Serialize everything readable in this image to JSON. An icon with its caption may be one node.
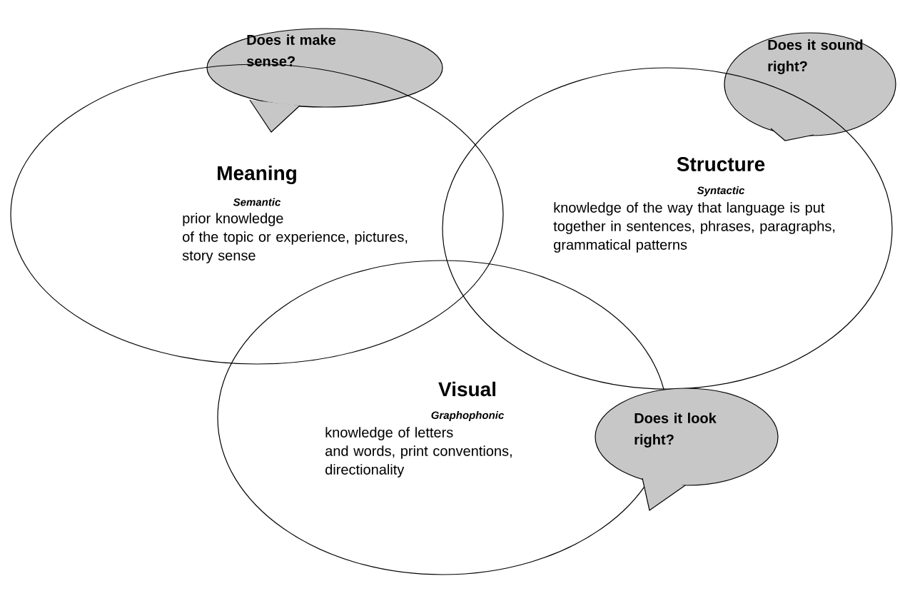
{
  "diagram": {
    "nodes": [
      {
        "text": [
          "Does it make sense?"
        ]
      },
      {
        "text": [
          "Does it sound right?"
        ]
      },
      {
        "text": [
          "Meaning",
          "Semantic",
          "prior knowledge",
          "of the topic or experience, pictures, story sense"
        ]
      },
      {
        "text": [
          "Structure",
          "Syntactic",
          "knowledge of the way that language is put together in sentences, phrases, paragraphs, grammatical patterns"
        ]
      },
      {
        "text": [
          "Visual",
          "Graphophonic",
          "knowledge of letters",
          "and words, print conventions, directionality"
        ]
      },
      {
        "text": [
          "Does it look right?"
        ]
      }
    ]
  }
}
